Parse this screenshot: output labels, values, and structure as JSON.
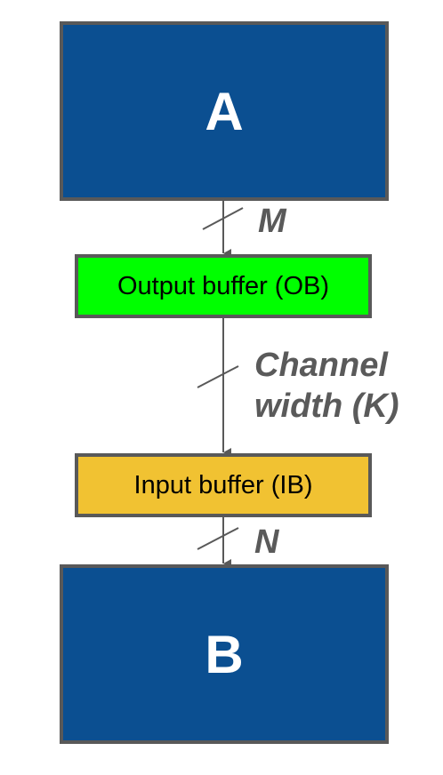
{
  "blocks": {
    "a": {
      "label": "A",
      "color": "#0b4f91"
    },
    "b": {
      "label": "B",
      "color": "#0b4f91"
    },
    "output_buffer": {
      "label": "Output buffer (OB)",
      "color": "#00ff00"
    },
    "input_buffer": {
      "label": "Input buffer (IB)",
      "color": "#f1c232"
    }
  },
  "wires": {
    "a_to_ob": {
      "label": "M"
    },
    "ob_to_ib": {
      "label_line1": "Channel",
      "label_line2": "width (K)"
    },
    "ib_to_b": {
      "label": "N"
    }
  },
  "colors": {
    "border": "#595959",
    "wire": "#595959",
    "label": "#5a5a5a"
  }
}
